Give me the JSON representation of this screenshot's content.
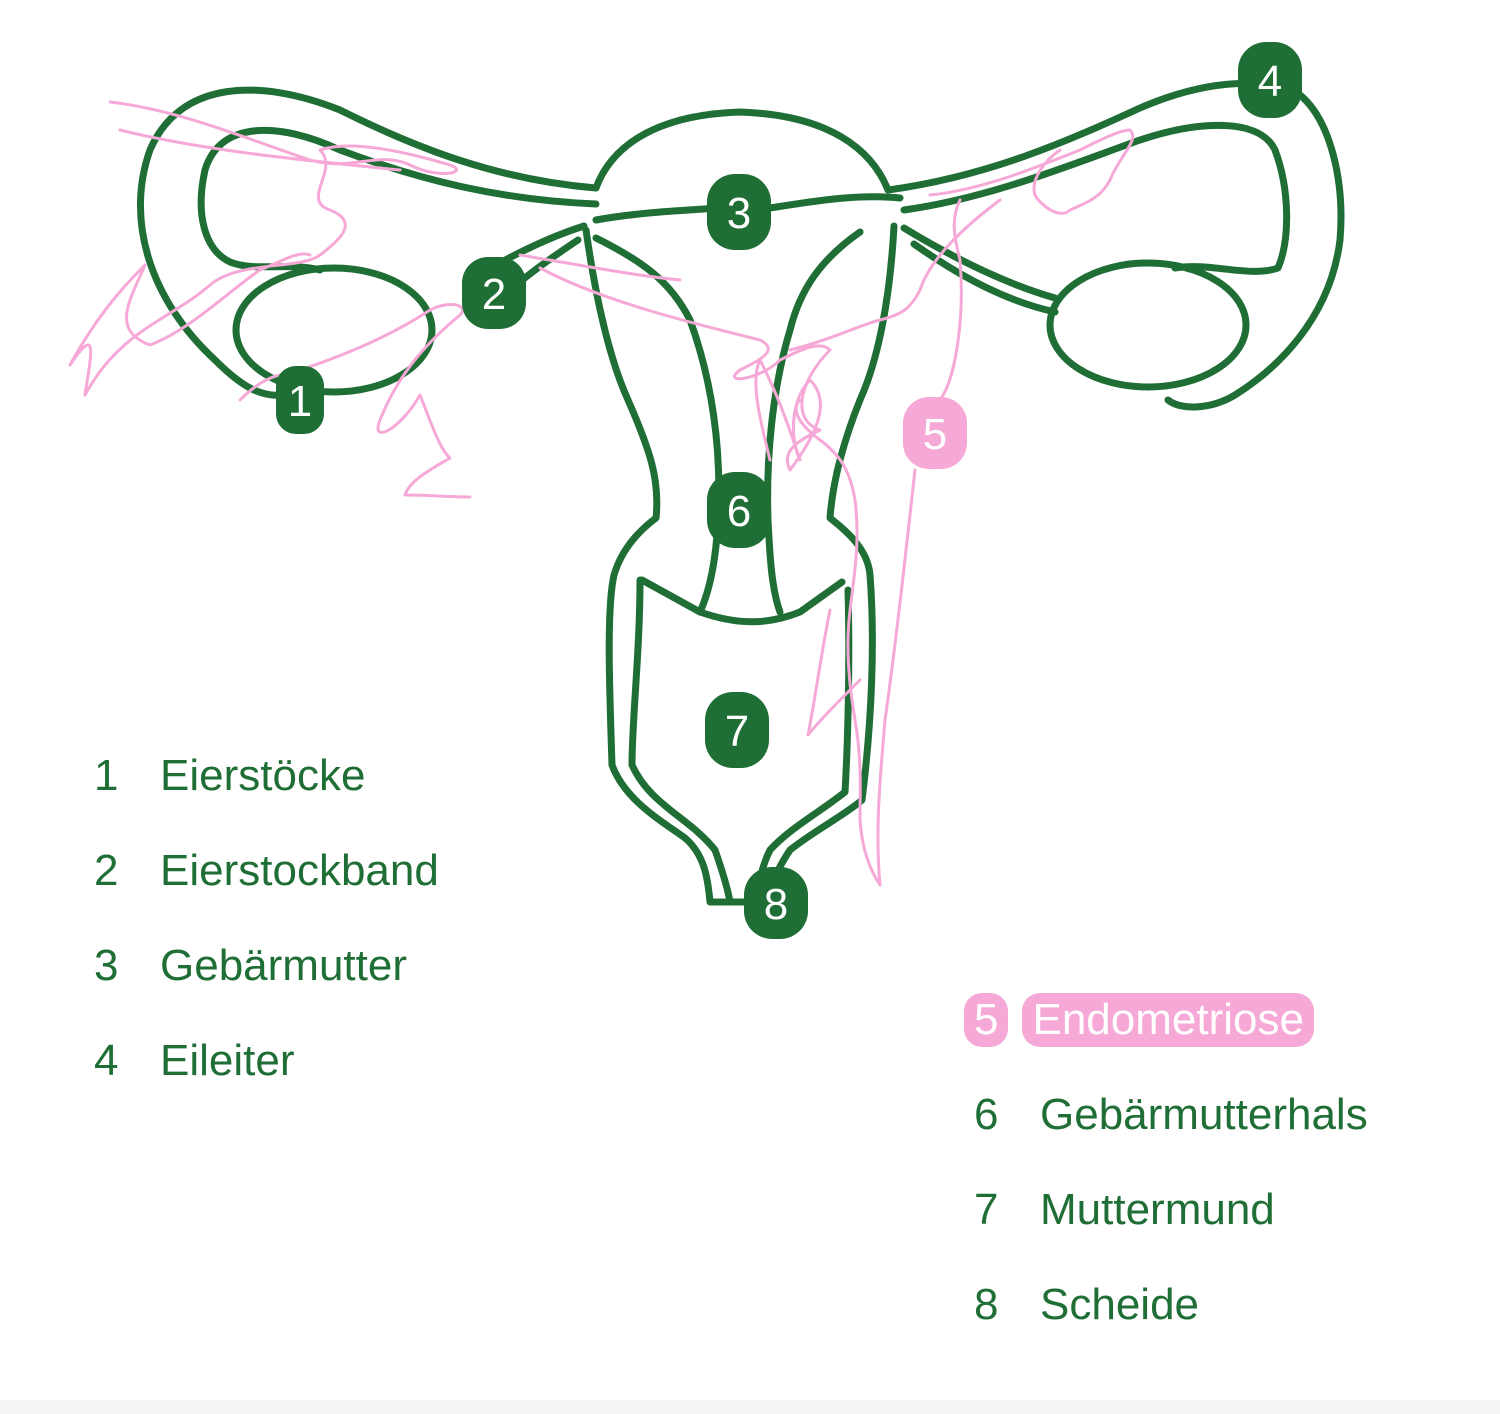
{
  "colors": {
    "organ": "#1f6e35",
    "endometriosis": "#f6a9d7",
    "marker_text": "#ffffff",
    "background": "#ffffff"
  },
  "markers": [
    {
      "num": "1",
      "color_key": "organ"
    },
    {
      "num": "2",
      "color_key": "organ"
    },
    {
      "num": "3",
      "color_key": "organ"
    },
    {
      "num": "4",
      "color_key": "organ"
    },
    {
      "num": "5",
      "color_key": "endometriosis"
    },
    {
      "num": "6",
      "color_key": "organ"
    },
    {
      "num": "7",
      "color_key": "organ"
    },
    {
      "num": "8",
      "color_key": "organ"
    }
  ],
  "legend_left": [
    {
      "num": "1",
      "label": "Eierstöcke"
    },
    {
      "num": "2",
      "label": "Eierstockband"
    },
    {
      "num": "3",
      "label": "Gebärmutter"
    },
    {
      "num": "4",
      "label": "Eileiter"
    }
  ],
  "legend_right": [
    {
      "num": "5",
      "label": "Endometriose",
      "highlight": true
    },
    {
      "num": "6",
      "label": "Gebärmutterhals"
    },
    {
      "num": "7",
      "label": "Muttermund"
    },
    {
      "num": "8",
      "label": "Scheide"
    }
  ]
}
